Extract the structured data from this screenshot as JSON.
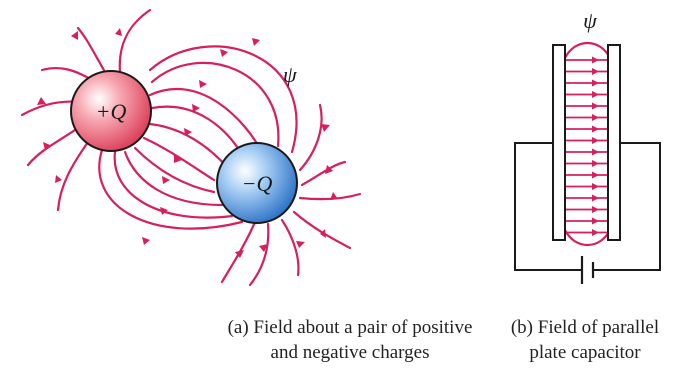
{
  "colors": {
    "field_line": "#d81f5e",
    "ink": "#1a1a1a",
    "positive_charge": "#e8475f",
    "negative_charge": "#2d7fd0"
  },
  "panel_a": {
    "positive_label": "+Q",
    "negative_label": "−Q",
    "flux_symbol": "ψ",
    "caption_line1": "(a) Field about a pair of positive",
    "caption_line2": "and negative charges"
  },
  "panel_b": {
    "flux_symbol": "ψ",
    "caption_line1": "(b) Field of parallel",
    "caption_line2": "plate capacitor"
  }
}
